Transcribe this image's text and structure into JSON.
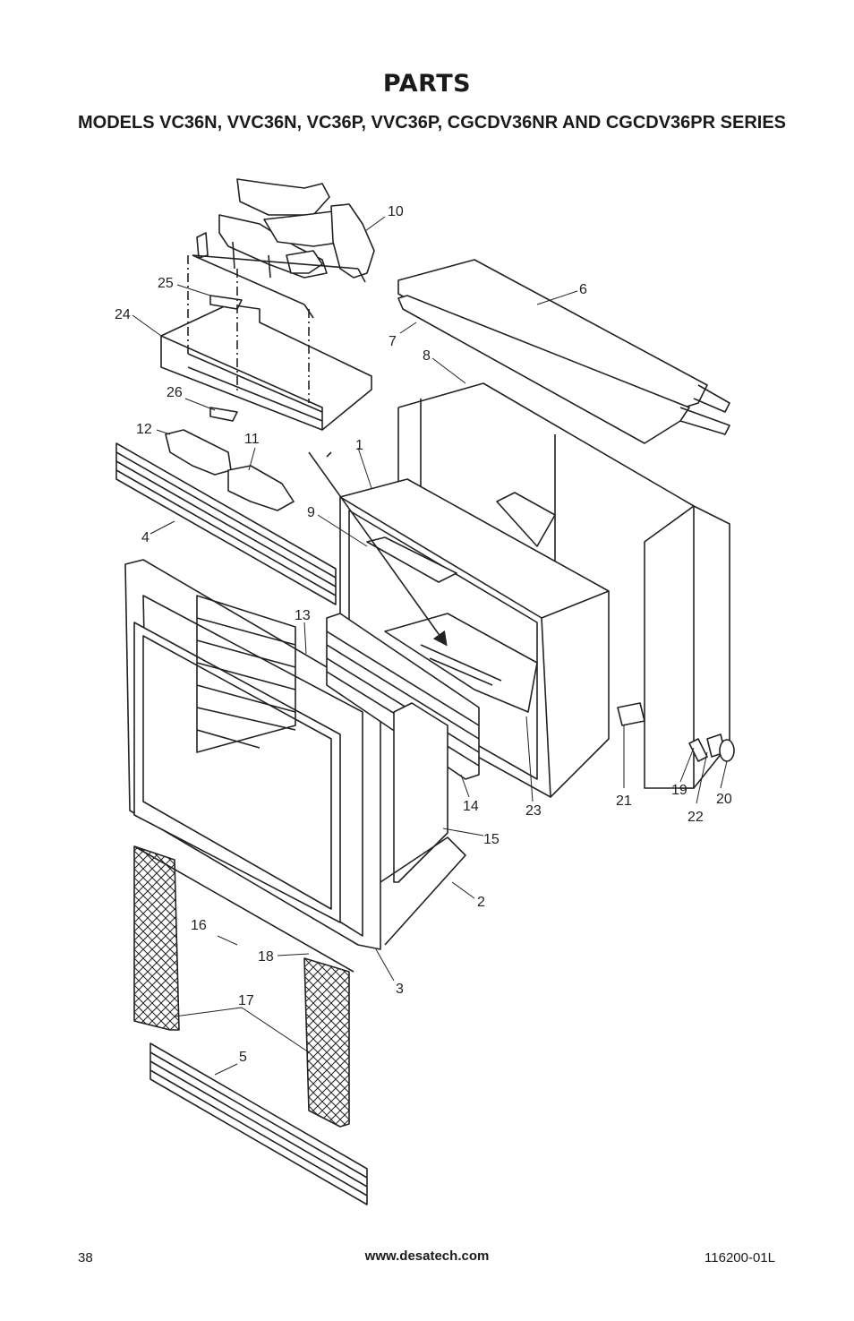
{
  "page": {
    "title": "PARTS",
    "subtitle": "MODELS VC36N, VVC36N, VC36P, VVC36P, CGCDV36NR AND CGCDV36PR SERIES"
  },
  "parts_labels": [
    "1",
    "2",
    "3",
    "4",
    "5",
    "6",
    "7",
    "8",
    "9",
    "10",
    "11",
    "12",
    "13",
    "14",
    "15",
    "16",
    "17",
    "18",
    "19",
    "20",
    "21",
    "22",
    "23",
    "24",
    "25",
    "26"
  ],
  "footer": {
    "page_number": "38",
    "website": "www.desatech.com",
    "doc_number": "116200-01L"
  }
}
